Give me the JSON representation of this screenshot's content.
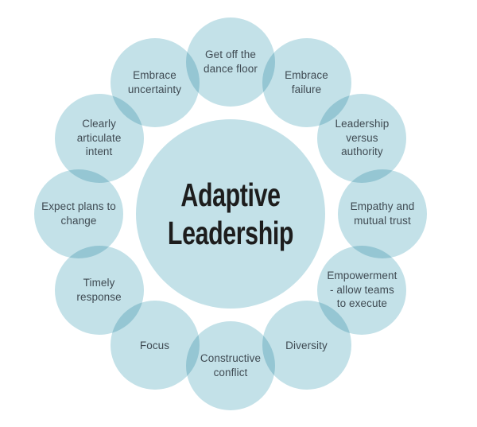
{
  "title": "Adaptive Leadership diagram",
  "center": {
    "label": "Adaptive\nLeadership"
  },
  "nodes": [
    {
      "label": "Get off the\ndance floor"
    },
    {
      "label": "Embrace\nfailure"
    },
    {
      "label": "Leadership\nversus\nauthority"
    },
    {
      "label": "Empathy and\nmutual trust"
    },
    {
      "label": "Empowerment\n- allow teams\nto execute"
    },
    {
      "label": "Diversity"
    },
    {
      "label": "Constructive\nconflict"
    },
    {
      "label": "Focus"
    },
    {
      "label": "Timely\nresponse"
    },
    {
      "label": "Expect plans to\nchange"
    },
    {
      "label": "Clearly\narticulate\nintent"
    },
    {
      "label": "Embrace\nuncertainty"
    }
  ],
  "colors": {
    "circle_fill": "#c3e1e8",
    "overlap_fill": "#95c6d3",
    "center_text": "#1d1d1d",
    "label_text": "#3f4a52",
    "background": "#ffffff"
  }
}
